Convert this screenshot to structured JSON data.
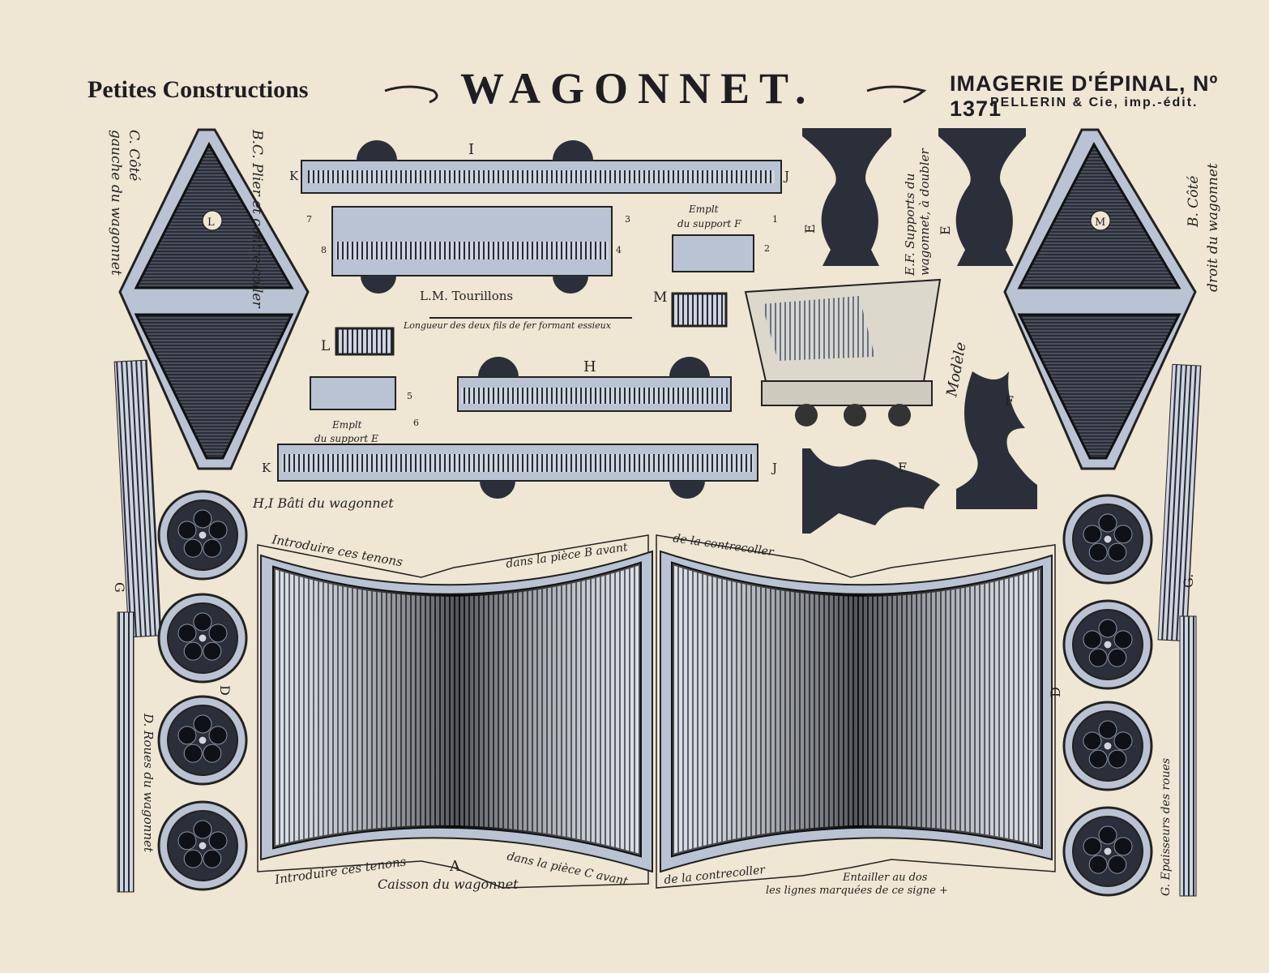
{
  "header": {
    "left_title": "Petites Constructions",
    "title": "WAGONNET.",
    "right_title": "IMAGERIE D'ÉPINAL, Nº 1371",
    "publisher": "PELLERIN & Cie, imp.-édit."
  },
  "colors": {
    "paper": "#efe6d3",
    "ink": "#1e1e22",
    "steel_blue": "#b9c3d3"
  },
  "labels": {
    "c_cote": "C. Côté",
    "c_cote_sub": "gauche du wagonnet",
    "bc_plier": "B.C. Plier et contre-coller",
    "b_cote": "B. Côté",
    "b_cote_sub": "droit du wagonnet",
    "ef_supports": "E.F. Supports du",
    "ef_supports_sub": "wagonnet, à doubler",
    "letter_i": "I",
    "letter_h": "H",
    "letter_k1": "K",
    "letter_j1": "J",
    "letter_k2": "K",
    "letter_j2": "J",
    "letter_l": "L",
    "letter_m": "M",
    "letter_l_piece": "L",
    "letter_m_piece": "M",
    "letter_e1": "E",
    "letter_e2": "E",
    "letter_f1": "F",
    "letter_f2": "F",
    "letter_g1": "G",
    "letter_g2": "G.",
    "letter_d1": "D",
    "letter_d2": "D",
    "letter_a": "A",
    "empl_support_f": "Emplt",
    "empl_support_f_sub": "du support F",
    "empl_support_e": "Emplt",
    "empl_support_e_sub": "du support E",
    "tourillons": "L.M. Tourillons",
    "longueur": "Longueur des deux fils de fer formant essieux",
    "modele": "Modèle",
    "bati": "H,I Bâti du wagonnet",
    "roues": "D. Roues du wagonnet",
    "epaisseurs": "G. Epaisseurs des roues",
    "introduire_top": "Introduire ces tenons",
    "dans_piece_b": "dans la pièce B avant",
    "contrecoller_top": "de la contrecoller",
    "introduire_bottom": "Introduire ces tenons",
    "dans_piece_c": "dans la pièce C avant",
    "contrecoller_bottom": "de la contrecoller",
    "caisson": "Caisson du wagonnet",
    "entailler": "Entailler au dos",
    "entailler_sub": "les lignes marquées de ce signe +",
    "n1": "1",
    "n2": "2",
    "n3": "3",
    "n4": "4",
    "n5": "5",
    "n6": "6",
    "n7": "7",
    "n8": "8"
  }
}
